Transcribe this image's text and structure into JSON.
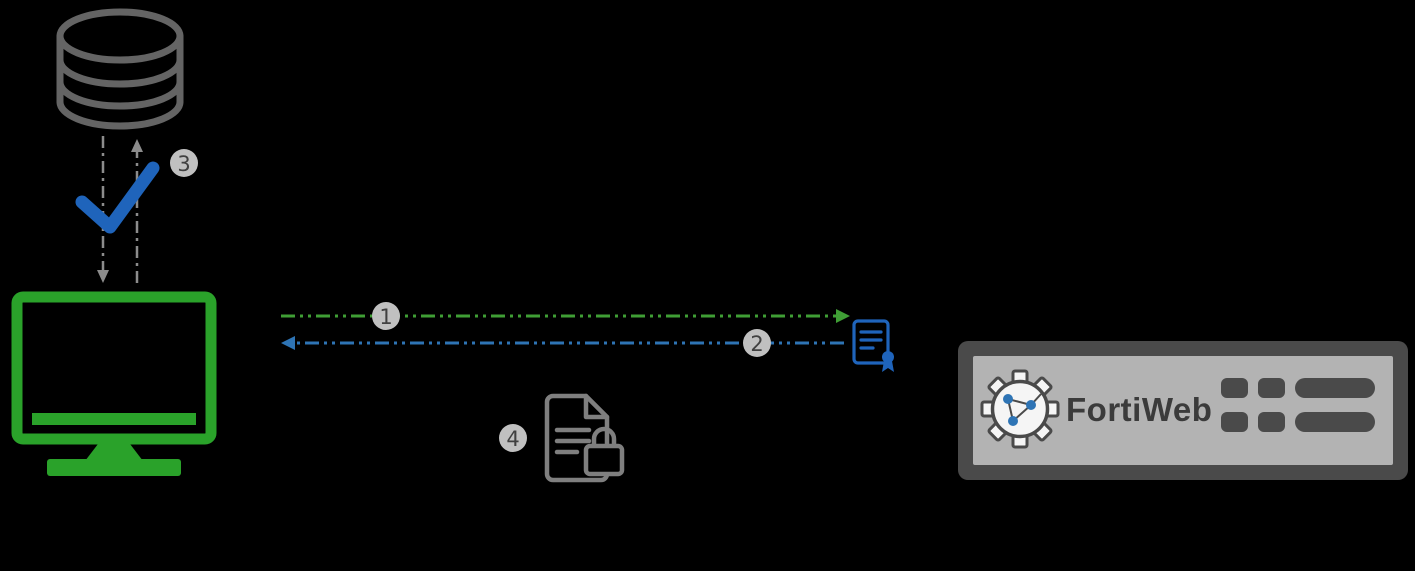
{
  "diagram": {
    "background_color": "#000000",
    "appliance": {
      "label": "FortiWeb",
      "outer_color": "#4a4a4a",
      "inner_color": "#b3b3b3",
      "label_color": "#3b3b3b"
    },
    "badges": {
      "step1": "1",
      "step2": "2",
      "step3": "3",
      "step4": "4",
      "bg_color": "#c0c0c0",
      "text_color": "#404040"
    },
    "colors": {
      "database": "#646464",
      "flow": "#8c8c8c",
      "check": "#1f64bb",
      "monitor": "#2aa22a",
      "arrow_request": "#3f9e35",
      "arrow_response": "#2e74b5",
      "certificate": "#1f64bb",
      "document": "#7f7f7f",
      "gear_outline": "#4a4a4a",
      "gear_fill": "#f5f5f5",
      "node_blue": "#2e74b5"
    }
  }
}
